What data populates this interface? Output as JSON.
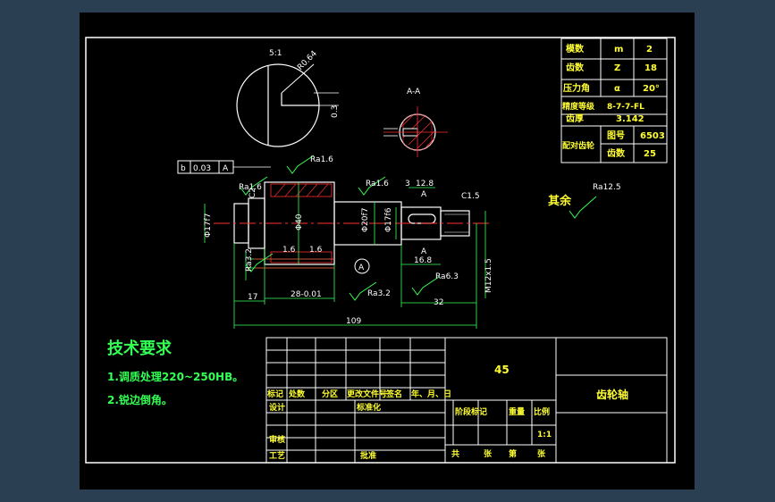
{
  "detail": {
    "scale": "5:1",
    "radius": "R0.64",
    "depth": "0.3"
  },
  "section": {
    "label": "A-A"
  },
  "gear_table": [
    {
      "name": "模数",
      "symbol": "m",
      "value": "2"
    },
    {
      "name": "齿数",
      "symbol": "Z",
      "value": "18"
    },
    {
      "name": "压力角",
      "symbol": "α",
      "value": "20°"
    },
    {
      "name": "精度等级",
      "value": "8-7-7-FL"
    },
    {
      "name": "齿厚",
      "value": "3.142"
    }
  ],
  "mating_gear": {
    "label": "配对齿轮",
    "drawing_no_label": "图号",
    "drawing_no": "6503",
    "teeth_label": "齿数",
    "teeth": "25"
  },
  "dimensions": {
    "tolerance_frame": [
      "b",
      "0.03",
      "A"
    ],
    "ra16_a": "Ra1.6",
    "ra16_b": "Ra1.6",
    "ra16_c": "Ra1.6",
    "ra32": "Ra3.2",
    "ra63": "Ra6.3",
    "ra32b": "Ra3.2",
    "c2": "C2",
    "c15": "C1.5",
    "d1": "Φ17f7",
    "d2": "Φ40",
    "d3": "Φ20f7",
    "d4": "Φ17f6",
    "l16a": "1.6",
    "l16b": "1.6",
    "l17": "17",
    "l28": "28-0.01",
    "l109": "109",
    "l3": "3",
    "l128": "12.8",
    "l168": "16.8",
    "l32": "32",
    "thread": "M12x1.5",
    "datum": "A",
    "sect_a": "A",
    "sect_a2": "A"
  },
  "other_finish": {
    "label": "其余",
    "ra": "Ra12.5"
  },
  "tech_requirements": {
    "title": "技术要求",
    "items": [
      "1.调质处理220~250HB。",
      "2.锐边倒角。"
    ]
  },
  "title_block": {
    "material": "45",
    "part_name": "齿轮轴",
    "headers": [
      "标记",
      "处数",
      "分区",
      "更改文件号",
      "签名",
      "年、月、日"
    ],
    "design": "设计",
    "standardize": "标准化",
    "review": "审核",
    "process": "工艺",
    "approve": "批准",
    "stage_mark": "阶段标记",
    "weight": "重量",
    "scale_label": "比例",
    "scale": "1:1",
    "sheets": [
      "共",
      "张",
      "第",
      "张"
    ]
  }
}
